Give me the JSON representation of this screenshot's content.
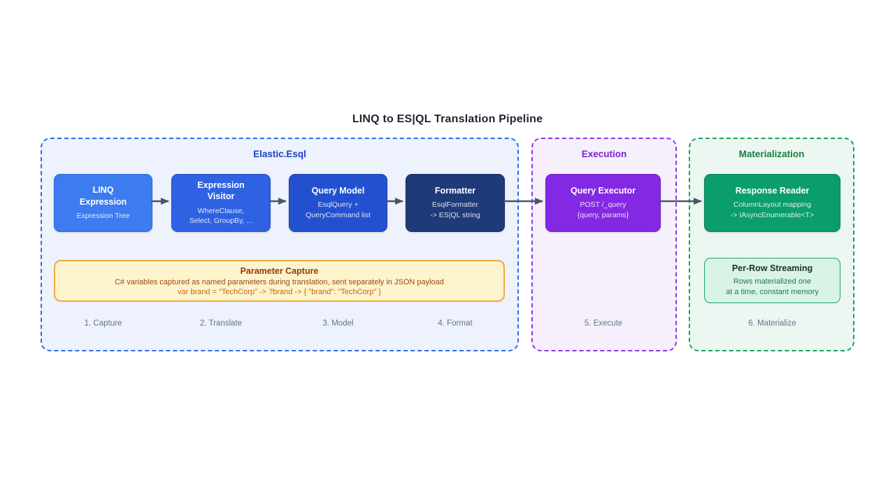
{
  "title": "LINQ to ES|QL Translation Pipeline",
  "colors": {
    "arrow": "#4a5568",
    "elastic_border": "#2e6bf0",
    "execution_border": "#9333ea",
    "materialization_border": "#17a45a",
    "parameter_box_border": "#f2a93b"
  },
  "groups": {
    "elastic": {
      "label": "Elastic.Esql",
      "accent": "#1d3fc8"
    },
    "execution": {
      "label": "Execution",
      "accent": "#7c22ce"
    },
    "materialization": {
      "label": "Materialization",
      "accent": "#15803d"
    }
  },
  "nodes": {
    "linq_expression": {
      "title": "LINQ\nExpression",
      "subtitle": "Expression Tree",
      "fill": "#3d7bf0"
    },
    "expression_visitor": {
      "title": "Expression\nVisitor",
      "subtitle": "WhereClause,\nSelect, GroupBy, ...",
      "fill": "#2e62e2"
    },
    "query_model": {
      "title": "Query Model",
      "subtitle": "EsqlQuery +\nQueryCommand list",
      "fill": "#2350cf"
    },
    "formatter": {
      "title": "Formatter",
      "subtitle": "EsqlFormatter\n-> ES|QL string",
      "fill": "#1e3a78"
    },
    "query_executor": {
      "title": "Query Executor",
      "subtitle": "POST /_query\n{query, params}",
      "fill": "#8429e3"
    },
    "response_reader": {
      "title": "Response Reader",
      "subtitle": "ColumnLayout mapping\n-> IAsyncEnumerable<T>",
      "fill": "#0b9d6c"
    },
    "per_row_streaming": {
      "title": "Per-Row Streaming",
      "subtitle": "Rows materialized one\nat a time, constant memory",
      "fill": "#d9f4e6"
    }
  },
  "parameter_capture": {
    "title": "Parameter Capture",
    "description": "C# variables captured as named parameters during translation, sent separately in JSON payload",
    "example": "var brand = \"TechCorp\" -> ?brand -> { \"brand\": \"TechCorp\" }"
  },
  "steps": [
    "1. Capture",
    "2. Translate",
    "3. Model",
    "4. Format",
    "5. Execute",
    "6. Materialize"
  ]
}
